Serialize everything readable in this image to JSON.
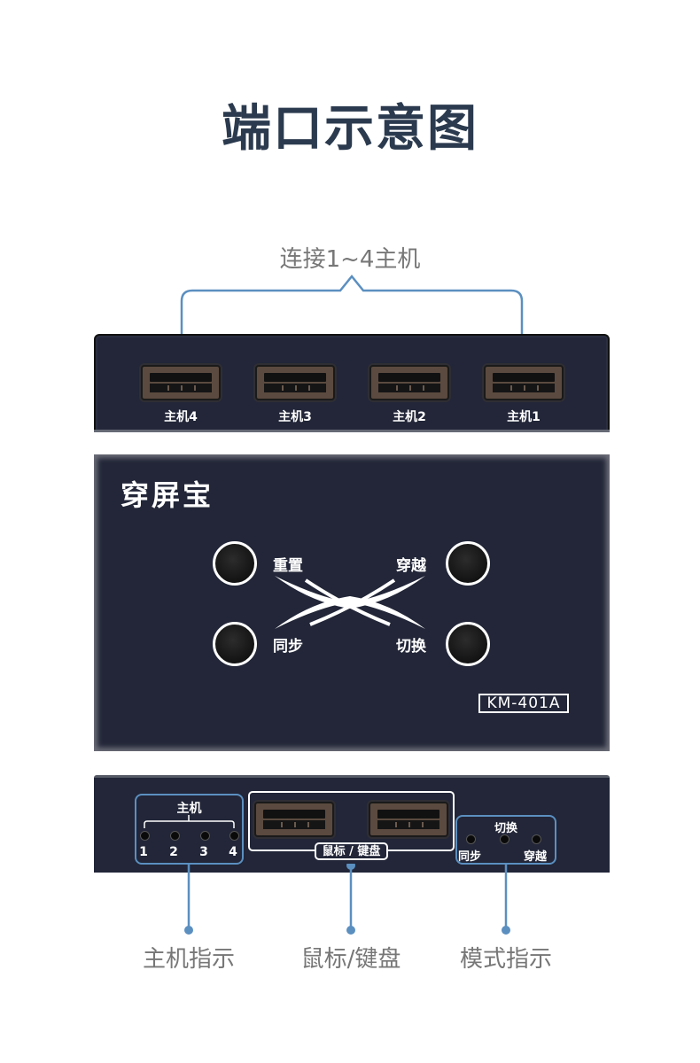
{
  "title": "端口示意图",
  "top_caption": "连接1~4主机",
  "host_ports": [
    "主机4",
    "主机3",
    "主机2",
    "主机1"
  ],
  "front": {
    "brand": "穿屏宝",
    "buttons": {
      "reset": "重置",
      "cross": "穿越",
      "sync": "同步",
      "switch": "切换"
    },
    "model": "KM-401A"
  },
  "bottom": {
    "host_label": "主机",
    "host_numbers": [
      "1",
      "2",
      "3",
      "4"
    ],
    "usb_label": "鼠标 / 键盘",
    "switch_label": "切换",
    "sync_label": "同步",
    "cross_label": "穿越"
  },
  "captions": {
    "host_indicator": "主机指示",
    "mouse_keyboard": "鼠标/键盘",
    "mode_indicator": "模式指示"
  },
  "colors": {
    "accent": "#5b8fc0",
    "title": "#2b3a4e",
    "device": "#222638"
  }
}
